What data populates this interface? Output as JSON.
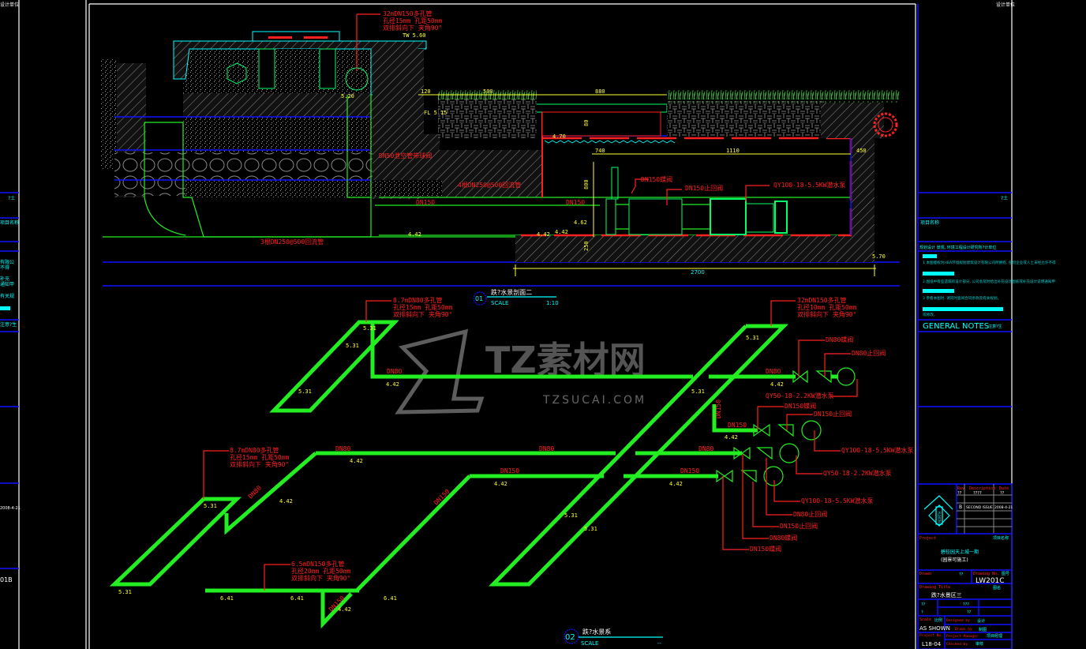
{
  "sheet": {
    "corner_label_left": "设计单位",
    "corner_label_right": "设计单位",
    "watermark_text": "TZ素材网",
    "watermark_url": "TZSUCAI.COM"
  },
  "section_view": {
    "top_note": [
      "32mDN150多孔管",
      "孔径15mm 孔距50mm",
      "双排斜向下 夹角90°"
    ],
    "water_level": "TW 5.60",
    "label_ball_valve": "DN50泄空管带球阀",
    "label_overflow_4": "4根DN250@500回流管",
    "label_overflow_3": "3根DN250@500回流管",
    "pipe_dn150_a": "DN150",
    "pipe_dn150_b": "DN150",
    "gate_valve": "DN150蝶阀",
    "check_valve": "DN150止回阀",
    "pump": "QY100-18-5.5KW潜水泵",
    "dims": [
      "500",
      "880",
      "740",
      "1110",
      "2700",
      "120",
      "450",
      "800",
      "80",
      "250"
    ],
    "elevations": [
      "4.42",
      "4.42",
      "4.42",
      "4.62",
      "5.70",
      "4.70",
      "FL 5.15",
      "5.20"
    ],
    "title_number": "01",
    "title": "跌?水景剖面二",
    "scale_label": "SCALE",
    "scale_value": "1:10"
  },
  "plan_view": {
    "notes": {
      "n1": [
        "8.7mDN80多孔管",
        "孔径15mm 孔距50mm",
        "双排斜向下 夹角90°"
      ],
      "n2": [
        "32mDN150多孔管",
        "孔径10mm 孔距50mm",
        "双排斜向下 夹角90°"
      ],
      "n3": [
        "8.7mDN80多孔管",
        "孔径15mm 孔距50mm",
        "双排斜向下 夹角90°"
      ],
      "n4": [
        "6.5mDN150多孔管",
        "孔径20mm 孔距50mm",
        "双排斜向下 夹角90°"
      ]
    },
    "pipe_labels": [
      "DN80",
      "DN80",
      "DN80",
      "DN80",
      "DN150",
      "DN150",
      "DN150",
      "DN150",
      "DN80",
      "DN150",
      "DN150"
    ],
    "elevations": [
      "5.31",
      "5.31",
      "5.31",
      "4.42",
      "4.42",
      "4.42",
      "4.42",
      "4.42",
      "5.31",
      "5.31",
      "5.31",
      "5.31",
      "4.42",
      "6.41",
      "6.41",
      "6.41",
      "4.42",
      "4.42",
      "5.31",
      "5.31"
    ],
    "equipment": {
      "a1": "DN80蝶阀",
      "a2": "DN80止回阀",
      "a3": "QY50-18-2.2KW潜水泵",
      "b1": "DN150蝶阀",
      "b2": "DN150止回阀",
      "b3": "QY100-18-5.5KW潜水泵",
      "c3": "QY50-18-2.2KW潜水泵",
      "d3": "QY100-18-5.5KW潜水泵",
      "c2": "DN80止回阀",
      "d2": "DN150止回阀",
      "c1": "DN80蝶阀",
      "d1": "DN150蝶阀"
    },
    "title_number": "02",
    "title": "跌?水景系",
    "scale_label": "SCALE",
    "scale_value": "--"
  },
  "title_block": {
    "header_small": "?土",
    "company_line": "规划设计 景观, 环境工程设计研究所?计单位",
    "notes_items": [
      "1 本图版权为HBA环境规划建筑设计有限公司所拥有, 任何企业或人士未经允许不得",
      "2 图纸中有些遗漏的设计部分, 公司会及时给出补充设计图纸或补充设计说明通知甲",
      "3 参看本图时, 请同时查阅合同条款及有关规划。",
      "或修改。"
    ],
    "general_notes": "GENERAL NOTES",
    "general_notes_sub": "注意?生",
    "rev_headers": [
      "Rev",
      "Description",
      "Date"
    ],
    "rev_header_values": [
      "??",
      "????",
      "??"
    ],
    "revision": {
      "rev": "B",
      "description": "SECOND ISSUE",
      "date": "2008-4-21"
    },
    "north_label": "NORTH",
    "project_label": "Project",
    "project_label_cn": "项目名称",
    "project_name": [
      "碧桂园天上城一期",
      "(园景可施工)"
    ],
    "drawn_label": "Drawn",
    "drawn_value": "??",
    "drawing_no_label": "Drawing No.",
    "drawing_no_cn": "图号",
    "drawing_no": "LW201C",
    "drawing_title_label": "Drawing Title",
    "drawing_title_cn": "图名",
    "drawing_title": "跌?水景区三",
    "misc": [
      "??",
      "???",
      "?",
      "??"
    ],
    "scale_label": "Scale",
    "scale_cn": "比例",
    "scale_value": "AS SHOWN",
    "designed_label": "Designed by",
    "designed_value": "设计",
    "checked_label": "Drawn by",
    "checked_value": "制图",
    "project_no_label": "Project No.",
    "project_no": "L18-04",
    "pm_label": "Project Manager",
    "pm_value": "项目经理",
    "approved_label": "Checked by",
    "approved_value": "审核"
  },
  "left_panel": {
    "small_1": "?土",
    "small_2": "项目名称",
    "notes": [
      "有限公",
      "不得",
      "补充",
      "通知甲",
      "有关规",
      "注意?生"
    ],
    "rev_date": "2008-4-21",
    "drawing_no_tail": "01B"
  }
}
